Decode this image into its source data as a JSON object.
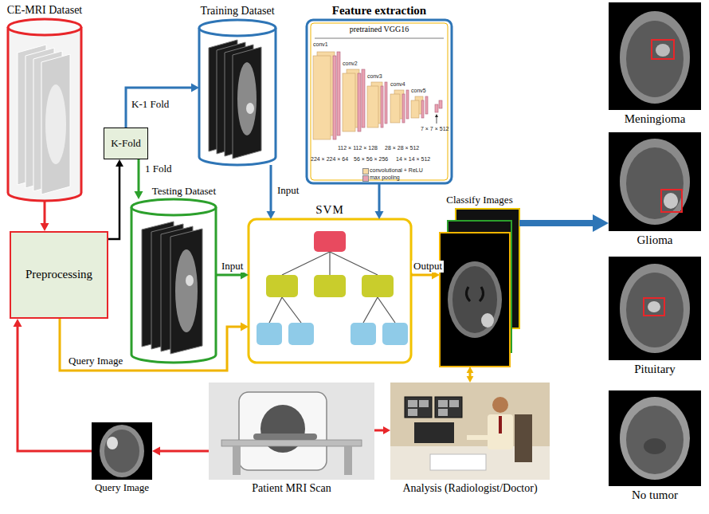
{
  "diagram": {
    "nodes": [
      {
        "text": [
          "CE-MRI Dataset"
        ]
      },
      {
        "text": [
          "Training Dataset"
        ]
      },
      {
        "text": [
          "Feature extraction",
          "pretrained VGG16"
        ]
      },
      {
        "text": [
          "K-Fold"
        ]
      },
      {
        "text": [
          "Preprocessing"
        ]
      },
      {
        "text": [
          "Testing Dataset"
        ]
      },
      {
        "text": [
          "SVM"
        ]
      },
      {
        "text": [
          "Classify Images"
        ]
      },
      {
        "text": [
          "Query Image"
        ]
      },
      {
        "text": [
          "Patient MRI Scan"
        ]
      },
      {
        "text": [
          "Analysis (Radiologist/Doctor)"
        ]
      },
      {
        "text": [
          "Meningioma"
        ]
      },
      {
        "text": [
          "Glioma"
        ]
      },
      {
        "text": [
          "Pituitary"
        ]
      },
      {
        "text": [
          "No tumor"
        ]
      }
    ],
    "edges": [
      {
        "from": 0,
        "to": 4,
        "arrow": "to"
      },
      {
        "from": 4,
        "to": 3,
        "arrow": "to"
      },
      {
        "from": 3,
        "to": 1,
        "label": "K-1 Fold",
        "arrow": "to"
      },
      {
        "from": 3,
        "to": 5,
        "label": "1 Fold",
        "arrow": "to"
      },
      {
        "from": 1,
        "to": 6,
        "label": "Input",
        "arrow": "to"
      },
      {
        "from": 2,
        "to": 6,
        "arrow": "to"
      },
      {
        "from": 5,
        "to": 6,
        "label": "Input",
        "arrow": "to"
      },
      {
        "from": 4,
        "to": 6,
        "label": "Query Image",
        "arrow": "to"
      },
      {
        "from": 6,
        "to": 7,
        "label": "Output",
        "arrow": "to"
      },
      {
        "from": 7,
        "to": 12,
        "arrow": "to"
      },
      {
        "from": 7,
        "to": 10,
        "arrow": "both"
      },
      {
        "from": 9,
        "to": 10,
        "arrow": "to"
      },
      {
        "from": 9,
        "to": 8,
        "arrow": "to"
      },
      {
        "from": 8,
        "to": 4,
        "arrow": "to"
      }
    ],
    "labels": [
      "conv1",
      "conv2",
      "conv3",
      "conv4",
      "conv5",
      "224 × 224 × 64",
      "112 × 112 × 128",
      "56 × 56 × 256",
      "28 × 28 × 512",
      "14 × 14 × 512",
      "7 × 7 × 512"
    ],
    "legend": [
      {
        "text": "convolutional + ReLU",
        "color": "#f7d9a3"
      },
      {
        "text": "max pooling",
        "color": "#e9a2b2"
      }
    ]
  }
}
